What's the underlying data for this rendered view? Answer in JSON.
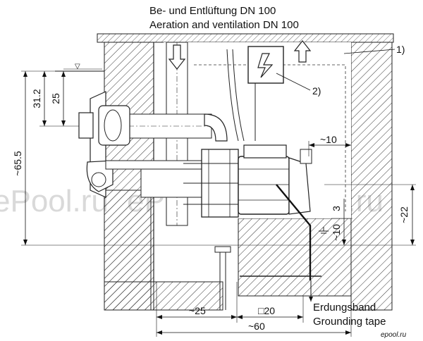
{
  "header": {
    "line1": "Be- und Entlüftung DN 100",
    "line2": "Aeration and ventilation DN 100"
  },
  "callouts": {
    "c1": "1)",
    "c2": "2)"
  },
  "dimensions": {
    "d_65_5": "~65.5",
    "d_31_2": "31.2",
    "d_25v": "25",
    "d_10_top": "~10",
    "d_22": "~22",
    "d_3": "3",
    "d_10_side": "~10",
    "d_25h": "~25",
    "d_20": "□20",
    "d_60": "~60"
  },
  "grounding": {
    "de": "Erdungsband",
    "en": "Grounding tape"
  },
  "watermark": {
    "text": "ePool.ru",
    "corner": "epool.ru"
  },
  "water_level_symbol": "▽"
}
